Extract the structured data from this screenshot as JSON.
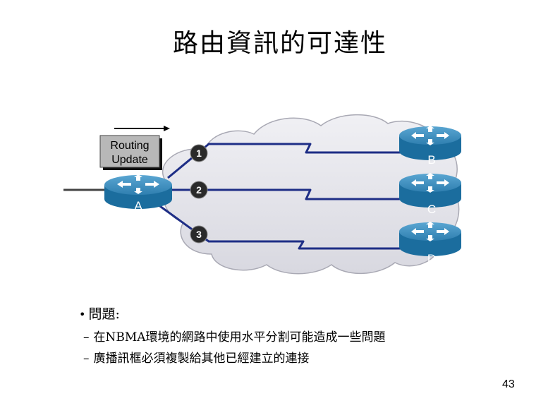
{
  "slide": {
    "title": "路由資訊的可達性",
    "bullet": "問題:",
    "sub_bullets": [
      "在NBMA環境的網路中使用水平分割可能造成一些問題",
      "廣播訊框必須複製給其他已經建立的連接"
    ],
    "page_number": "43"
  },
  "diagram": {
    "routing_update_line1": "Routing",
    "routing_update_line2": "Update",
    "routers": [
      "A",
      "B",
      "C",
      "D"
    ],
    "circuits": [
      "1",
      "2",
      "3"
    ]
  },
  "colors": {
    "router_body": "#1b6d9e",
    "router_top": "#3f8fbe",
    "circuit_line": "#1e2e86",
    "cloud_fill": "#e4e4ea",
    "badge_fill": "#2a2a2a"
  }
}
